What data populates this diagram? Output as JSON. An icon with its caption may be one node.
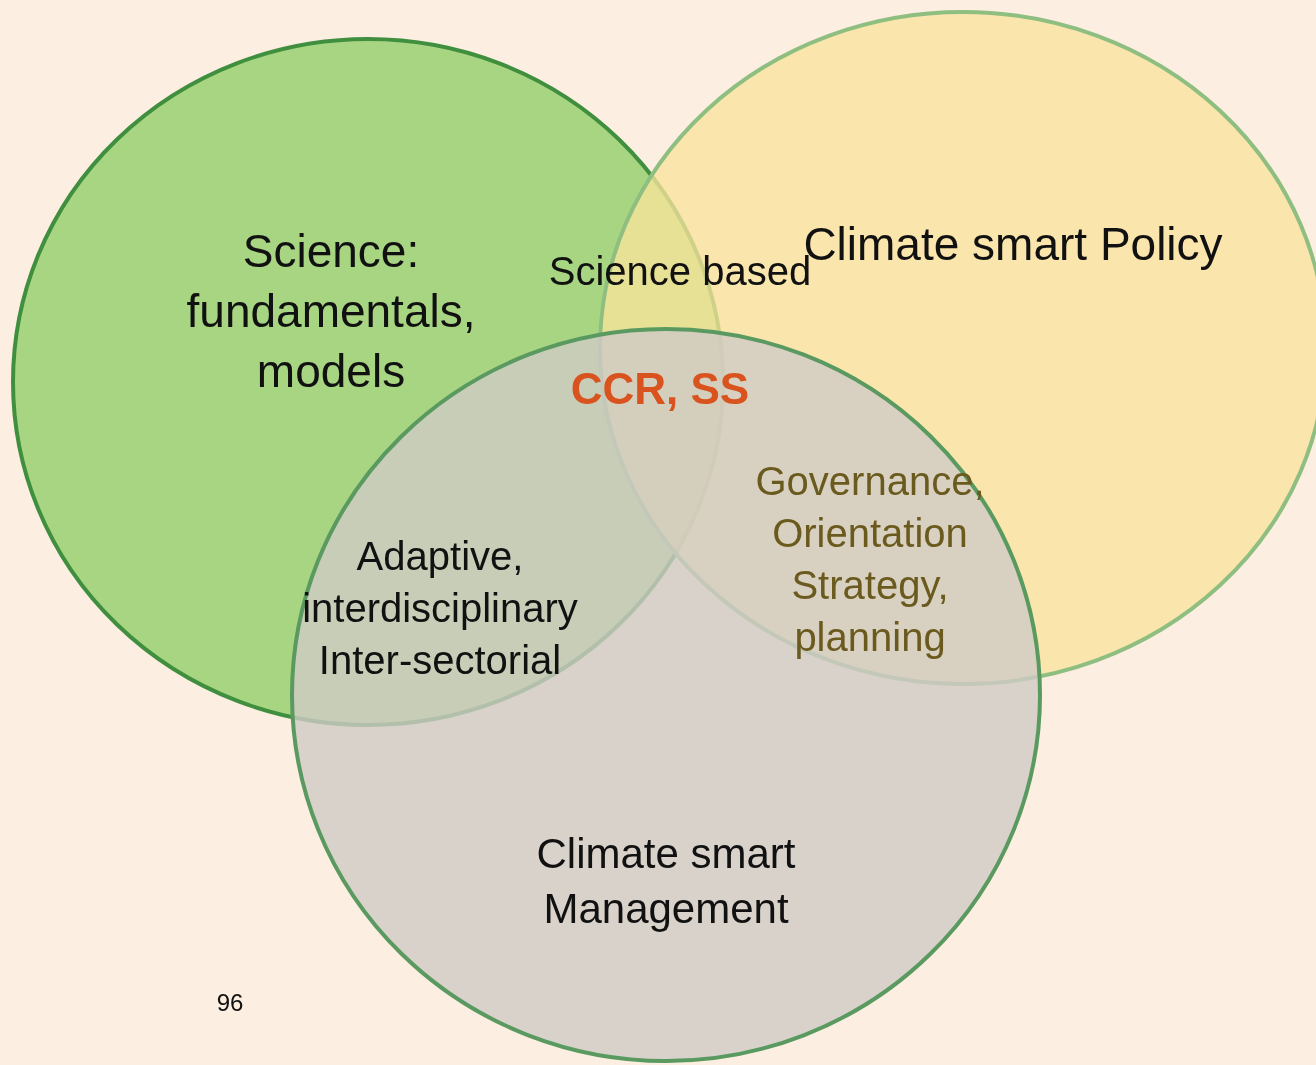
{
  "diagram": {
    "nodes": [
      {
        "text": [
          "Science: fundamentals, models"
        ]
      },
      {
        "text": [
          "Climate smart Policy"
        ]
      },
      {
        "text": [
          "Climate smart Management"
        ]
      }
    ],
    "labels": [
      "Science based",
      "CCR, SS",
      "Adaptive, interdisciplinary Inter-sectorial",
      "Governance, Orientation Strategy, planning",
      "96"
    ]
  }
}
